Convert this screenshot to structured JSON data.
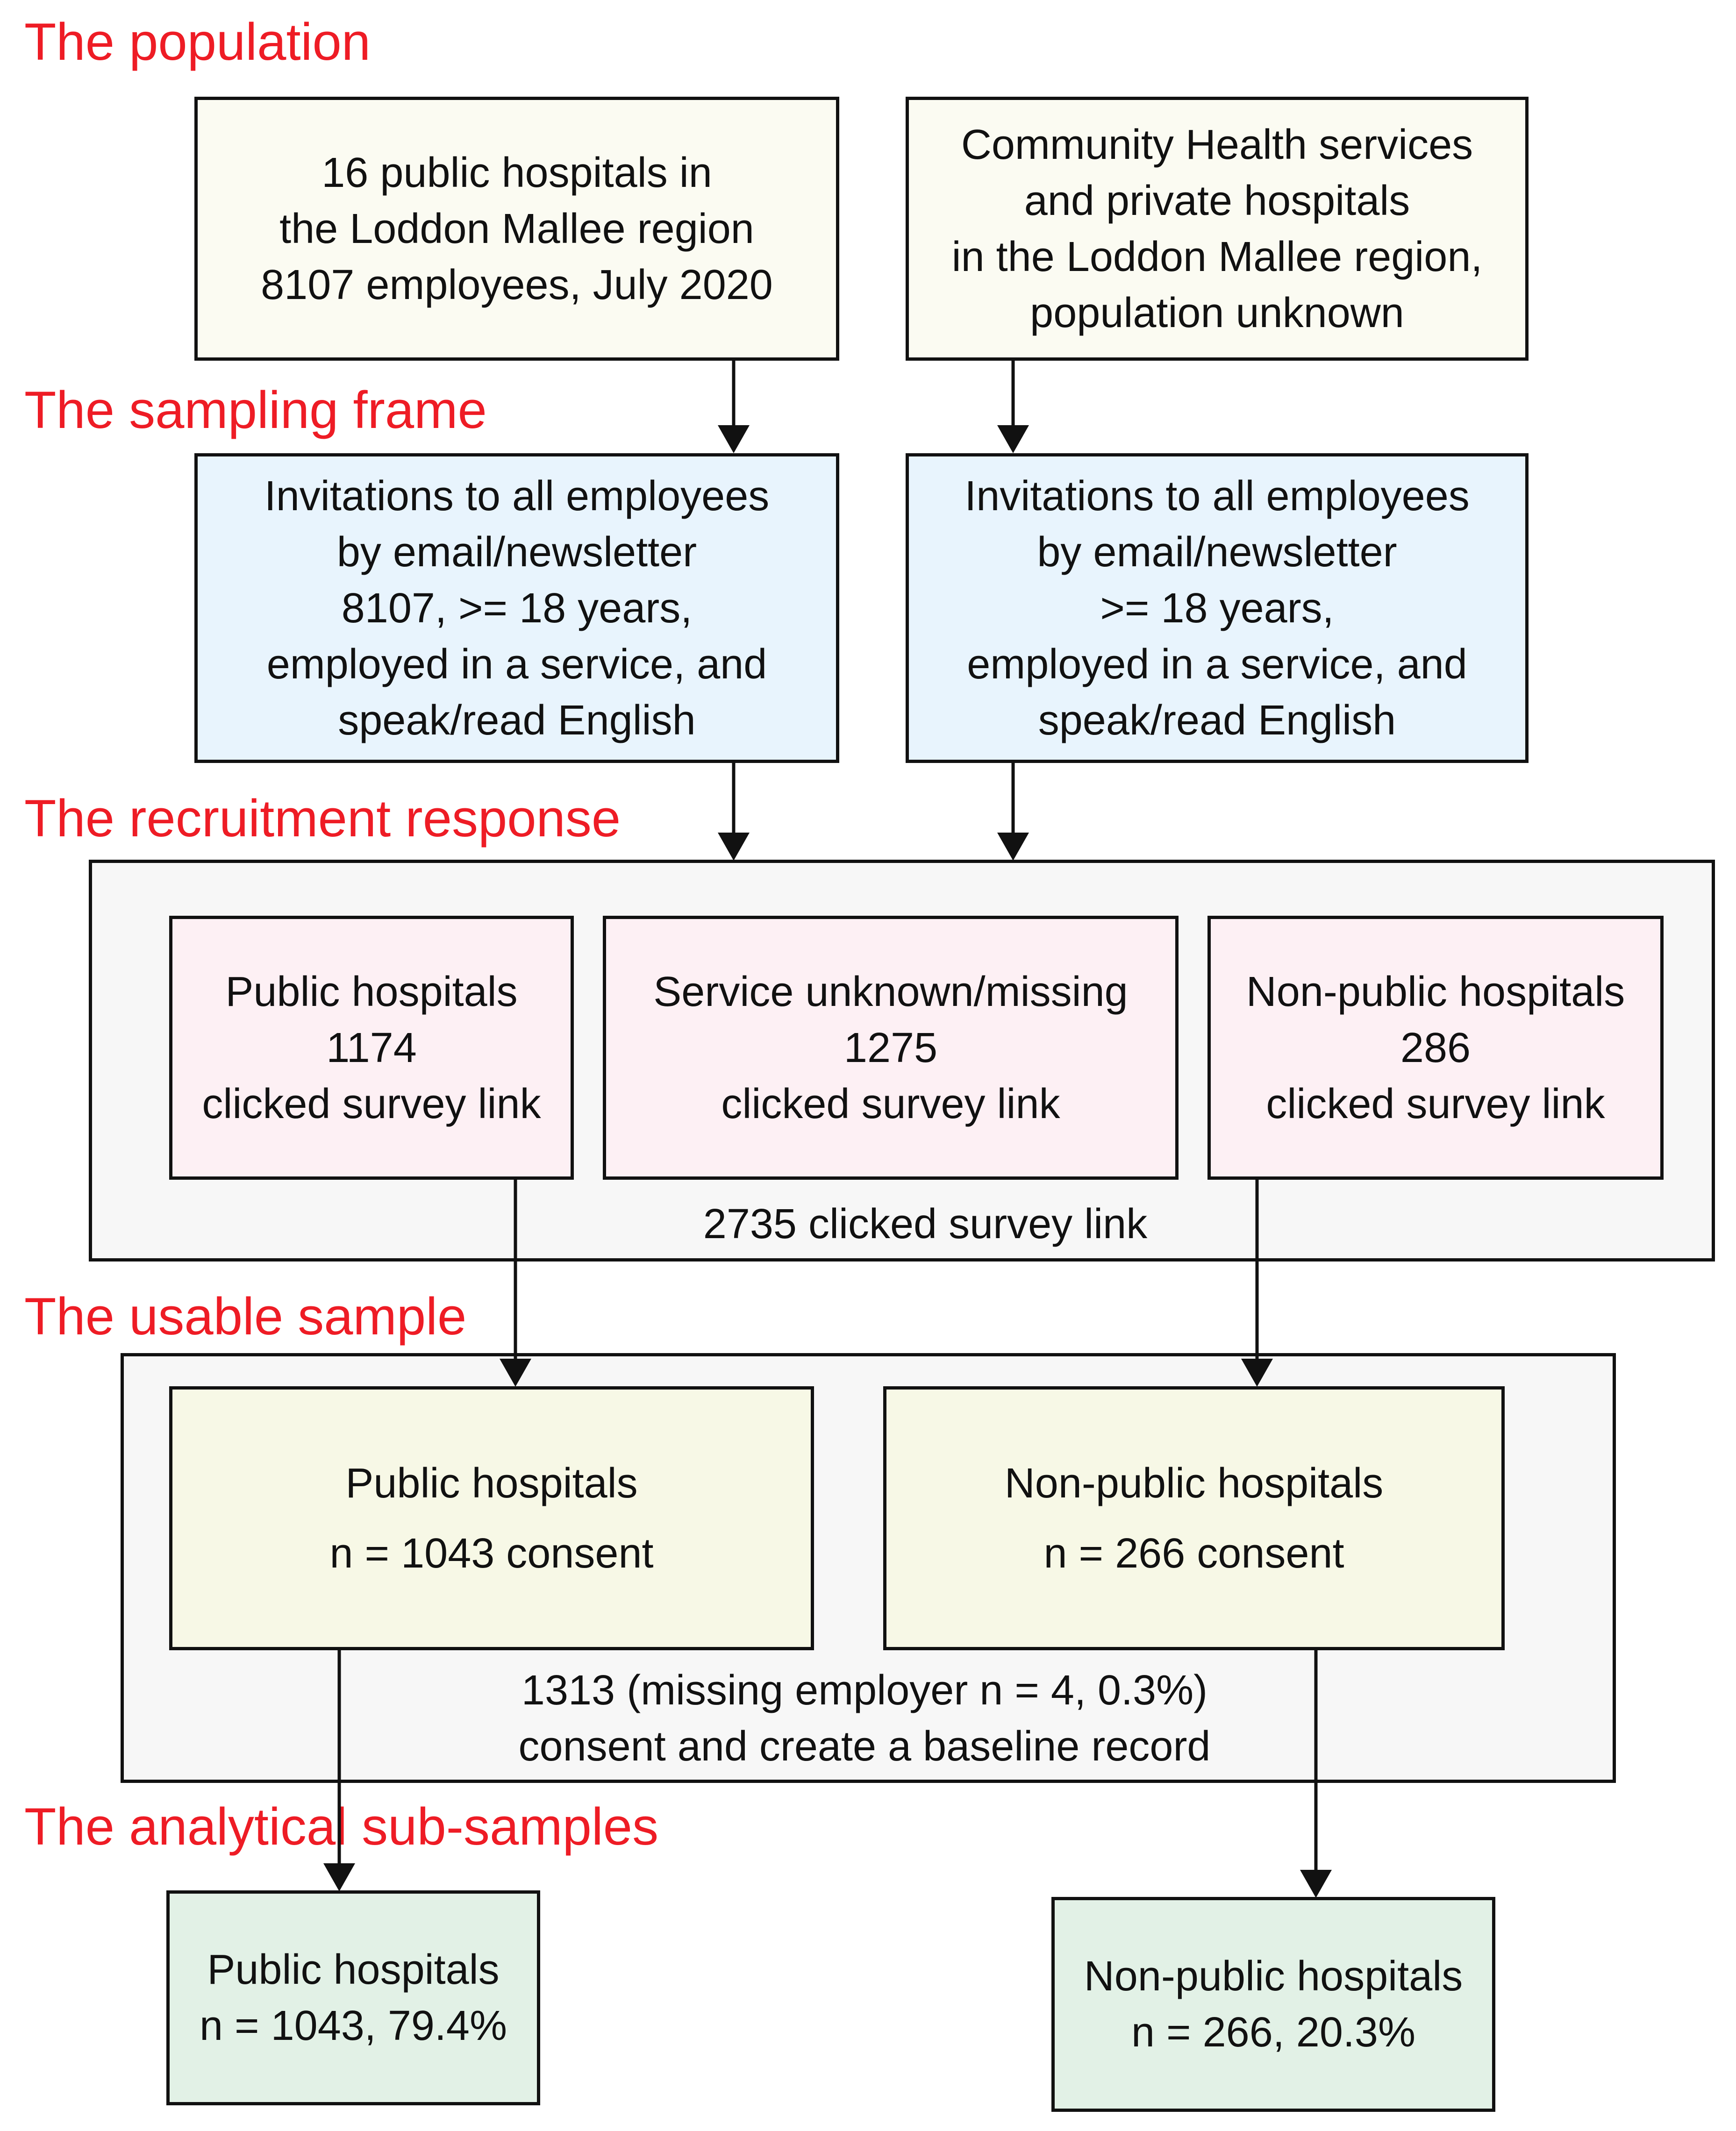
{
  "sections": {
    "population": "The population",
    "sampling_frame": "The sampling frame",
    "recruitment_response": "The recruitment response",
    "usable_sample": "The usable sample",
    "analytical_subsamples": "The analytical sub-samples"
  },
  "population": {
    "public": [
      "16 public hospitals in",
      "the Loddon Mallee region",
      "8107 employees, July 2020"
    ],
    "nonpublic": [
      "Community Health services",
      "and private hospitals",
      "in the Loddon Mallee region,",
      "population unknown"
    ]
  },
  "sampling_frame": {
    "public": [
      "Invitations to all employees",
      "by email/newsletter",
      "8107, >= 18 years,",
      "employed in a service, and",
      "speak/read English"
    ],
    "nonpublic": [
      "Invitations to all employees",
      "by email/newsletter",
      ">= 18 years,",
      "employed in a service, and",
      "speak/read English"
    ]
  },
  "recruitment": {
    "public": [
      "Public hospitals",
      "1174",
      "clicked survey link"
    ],
    "unknown": [
      "Service unknown/missing",
      "1275",
      "clicked survey link"
    ],
    "nonpublic": [
      "Non-public hospitals",
      "286",
      "clicked survey link"
    ],
    "total": "2735 clicked survey link"
  },
  "usable": {
    "public": [
      "Public hospitals",
      "n = 1043 consent"
    ],
    "nonpublic": [
      "Non-public hospitals",
      "n = 266 consent"
    ],
    "total": [
      "1313 (missing employer n = 4, 0.3%)",
      "consent and create a baseline record"
    ]
  },
  "analytical": {
    "public": [
      "Public hospitals",
      "n = 1043, 79.4%"
    ],
    "nonpublic": [
      "Non-public hospitals",
      "n = 266, 20.3%"
    ]
  },
  "colors": {
    "section_label": "#ee1c25",
    "population_fill": "#fbfbf2",
    "sampling_fill": "#e8f4fd",
    "recruitment_fill": "#fdf0f4",
    "usable_fill": "#f7f8e6",
    "analytical_fill": "#e2f1e6",
    "group_fill": "#f7f7f7"
  }
}
